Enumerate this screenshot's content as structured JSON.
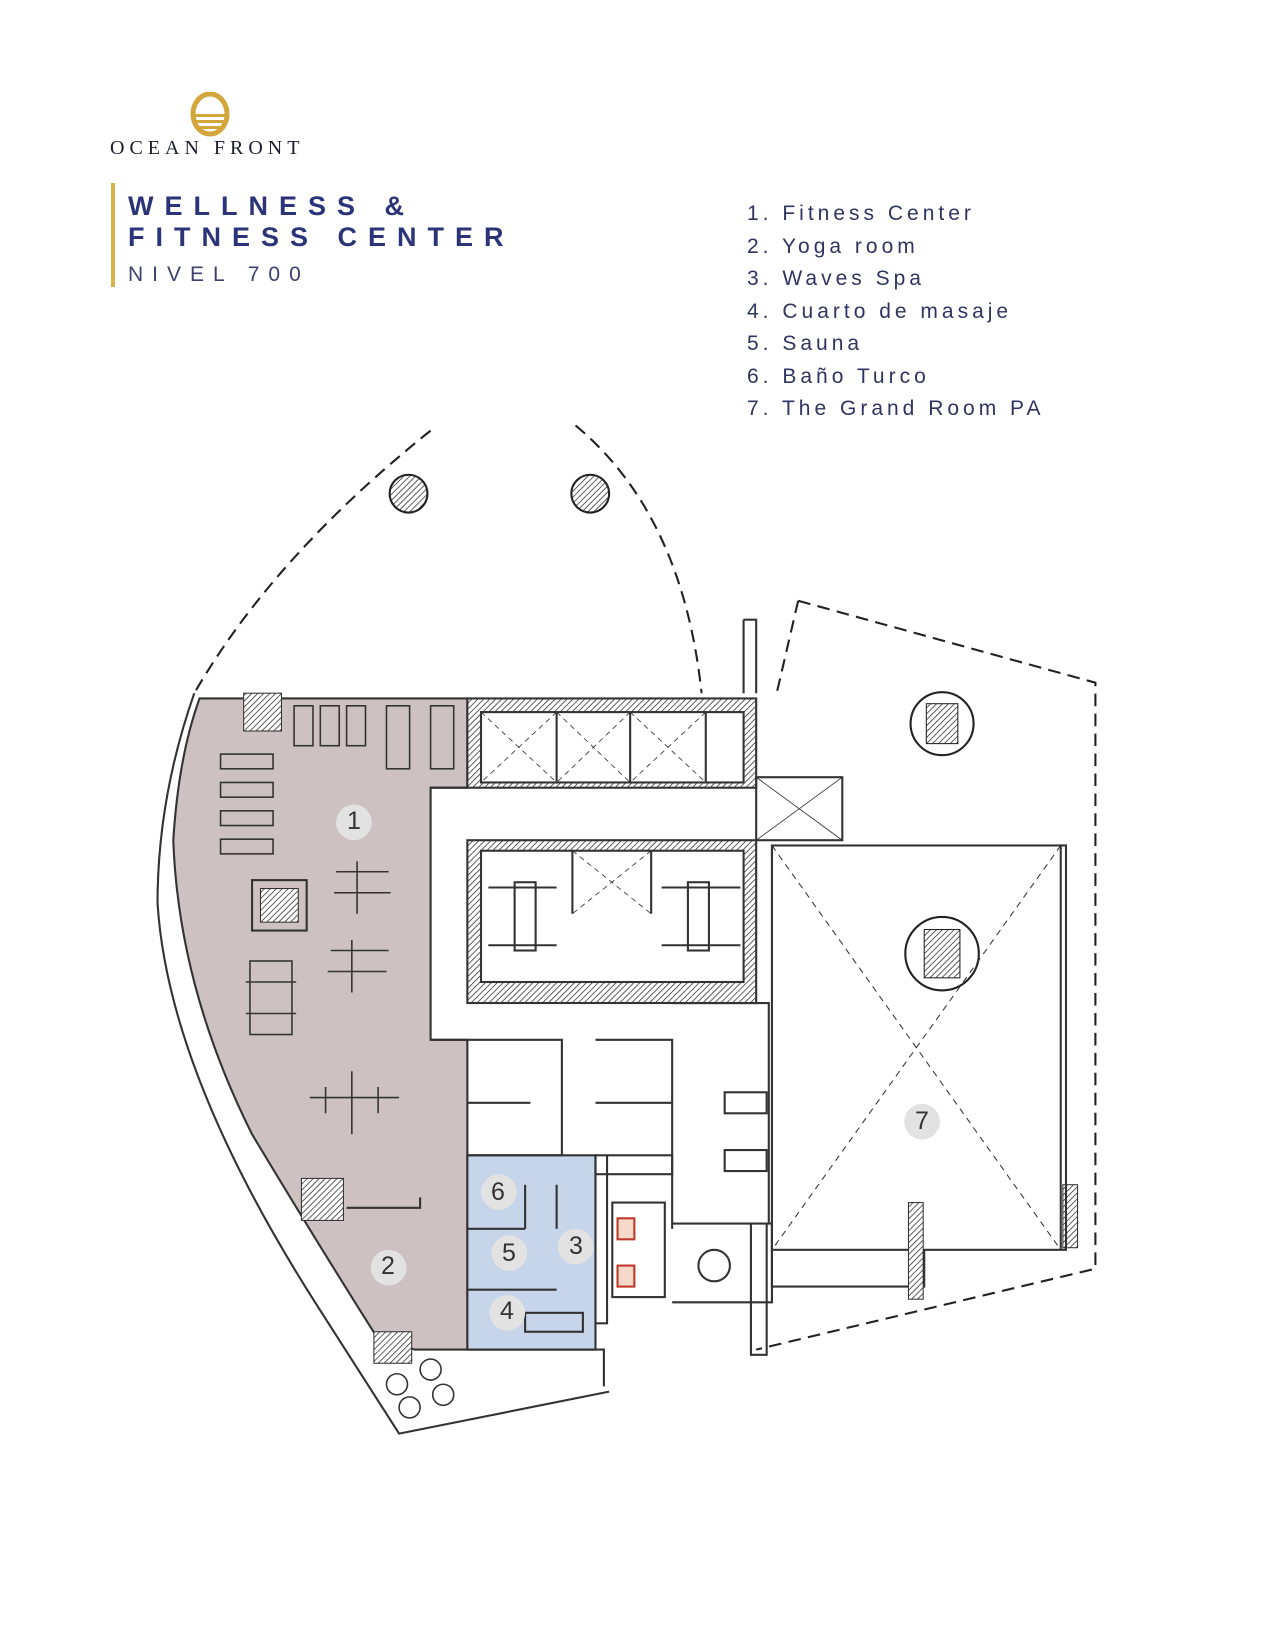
{
  "brand": {
    "name": "OCEAN FRONT",
    "accent": "#d9b24a"
  },
  "header": {
    "title_line1": "WELLNESS &",
    "title_line2": "FITNESS CENTER",
    "subtitle": "NIVEL 700",
    "title_color": "#2b3478"
  },
  "legend": [
    "1. Fitness Center",
    "2. Yoga room",
    "3. Waves Spa",
    "4. Cuarto de masaje",
    "5. Sauna",
    "6. Baño Turco",
    "7. The Grand Room PA"
  ],
  "plan": {
    "markers": [
      "1",
      "2",
      "3",
      "4",
      "5",
      "6",
      "7"
    ],
    "colors": {
      "fitness": "#cdc2c1",
      "spa": "#c6d5ea",
      "wall": "#3a3a3a",
      "marker": "#e2e2e2"
    }
  }
}
